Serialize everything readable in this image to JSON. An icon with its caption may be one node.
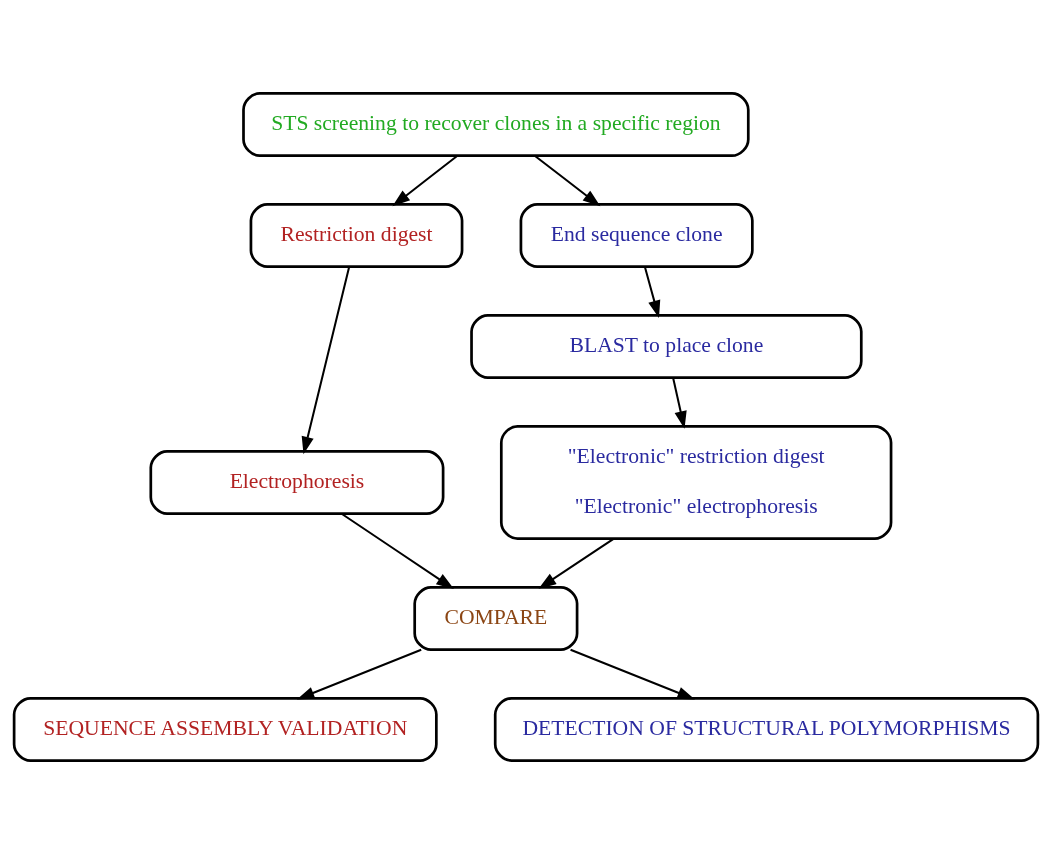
{
  "diagram": {
    "nodes": [
      {
        "text": [
          "STS screening to recover clones in a specific region"
        ]
      },
      {
        "text": [
          "Restriction digest"
        ]
      },
      {
        "text": [
          "End sequence clone"
        ]
      },
      {
        "text": [
          "Electrophoresis"
        ]
      },
      {
        "text": [
          "BLAST to place clone"
        ]
      },
      {
        "text": [
          "\"Electronic\" restriction digest",
          "\"Electronic\" electrophoresis"
        ]
      },
      {
        "text": [
          "COMPARE"
        ]
      },
      {
        "text": [
          "SEQUENCE ASSEMBLY VALIDATION"
        ]
      },
      {
        "text": [
          "DETECTION OF STRUCTURAL POLYMORPHISMS"
        ]
      }
    ],
    "edges": [
      {
        "from": 0,
        "to": 1,
        "arrow": "to"
      },
      {
        "from": 0,
        "to": 2,
        "arrow": "to"
      },
      {
        "from": 1,
        "to": 3,
        "arrow": "to"
      },
      {
        "from": 2,
        "to": 4,
        "arrow": "to"
      },
      {
        "from": 4,
        "to": 5,
        "arrow": "to"
      },
      {
        "from": 3,
        "to": 6,
        "arrow": "to"
      },
      {
        "from": 5,
        "to": 6,
        "arrow": "to"
      },
      {
        "from": 6,
        "to": 7,
        "arrow": "to"
      },
      {
        "from": 6,
        "to": 8,
        "arrow": "to"
      }
    ]
  }
}
